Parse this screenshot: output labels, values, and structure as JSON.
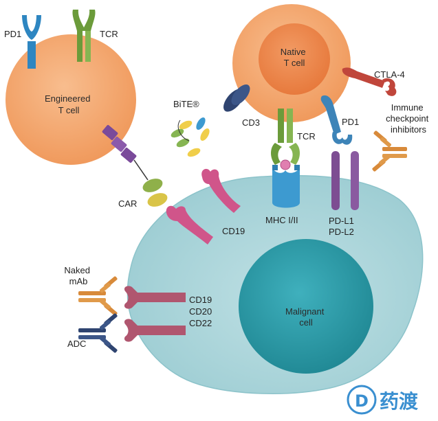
{
  "labels": {
    "engineered_cell": [
      "Engineered",
      "T cell"
    ],
    "native_cell": [
      "Native",
      "T cell"
    ],
    "malignant_cell": [
      "Malignant",
      "cell"
    ],
    "pd1_left": "PD1",
    "tcr_left": "TCR",
    "bite": "BiTE®",
    "cd3": "CD3",
    "tcr_native": "TCR",
    "pd1_native": "PD1",
    "ctla4": "CTLA-4",
    "immune_checkpoint": [
      "Immune",
      "checkpoint",
      "inhibitors"
    ],
    "car": "CAR",
    "cd19": "CD19",
    "mhc": "MHC I/II",
    "pdl": [
      "PD-L1",
      "PD-L2"
    ],
    "naked_mab": [
      "Naked",
      "mAb"
    ],
    "adc": "ADC",
    "cd_targets": [
      "CD19",
      "CD20",
      "CD22"
    ]
  },
  "watermark": {
    "text": "药渡",
    "logo_letter": "D"
  },
  "colors": {
    "t_cell": "#f3a56b",
    "t_cell_nucleus": "#ee8a4f",
    "malignant_cytoplasm": "#a8d4d9",
    "malignant_nucleus": "#2a9aa7",
    "pd1_blue": "#2e86c1",
    "tcr_green": "#6b9b3a",
    "cd19_pink": "#d0558a",
    "cd3_navy": "#2f4470",
    "ctla4_red": "#c0463b",
    "antibody_orange": "#d88a3a",
    "adc_navy": "#2f4470",
    "car_purple": "#7a4a9a",
    "car_yellow_green": "#c7c94a",
    "pdl_purple": "#7d4d92",
    "mhc_blue": "#3d9ad0",
    "target_mauve": "#b0566f",
    "watermark_blue": "#3a8fd0"
  }
}
